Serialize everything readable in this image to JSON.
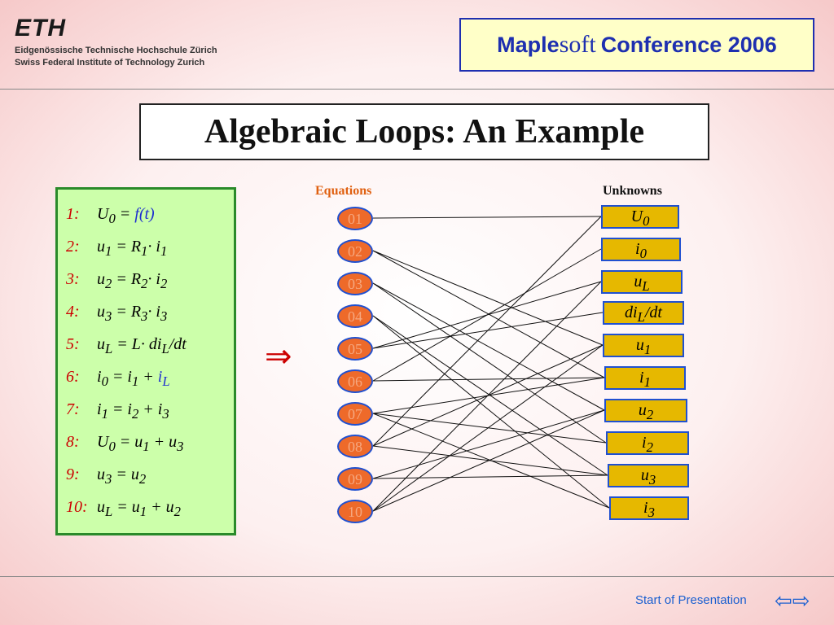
{
  "header": {
    "logo": "ETH",
    "sub1": "Eidgenössische Technische Hochschule Zürich",
    "sub2": "Swiss Federal Institute of Technology Zurich",
    "conf_a": "Maple",
    "conf_b": "soft",
    "conf_c": "Conference 2006"
  },
  "title": "Algebraic Loops: An Example",
  "equations_title": "Equations",
  "unknowns_title": "Unknowns",
  "implies": "⇒",
  "equations": [
    {
      "num": "1:",
      "html": "U<sub>0</sub> = <span class=\"ft\">f(t)</span>"
    },
    {
      "num": "2:",
      "html": "u<sub>1</sub> = R<sub>1</sub>· i<sub>1</sub>"
    },
    {
      "num": "3:",
      "html": "u<sub>2</sub> = R<sub>2</sub>· i<sub>2</sub>"
    },
    {
      "num": "4:",
      "html": "u<sub>3</sub> = R<sub>3</sub>· i<sub>3</sub>"
    },
    {
      "num": "5:",
      "html": "u<sub>L</sub> = L· di<sub>L</sub>/dt"
    },
    {
      "num": "6:",
      "html": "i<sub>0</sub> = i<sub>1</sub> + <span class=\"ft\">i<sub>L</sub></span>"
    },
    {
      "num": "7:",
      "html": "i<sub>1</sub> = i<sub>2</sub> + i<sub>3</sub>"
    },
    {
      "num": "8:",
      "html": "U<sub>0</sub> = u<sub>1</sub> + u<sub>3</sub>"
    },
    {
      "num": "9:",
      "html": "u<sub>3</sub> = u<sub>2</sub>"
    },
    {
      "num": "10:",
      "html": "u<sub>L</sub> = u<sub>1</sub> + u<sub>2</sub>"
    }
  ],
  "eq_nodes": [
    "01",
    "02",
    "03",
    "04",
    "05",
    "06",
    "07",
    "08",
    "09",
    "10"
  ],
  "unknowns": [
    {
      "html": "U<sub>0</sub>"
    },
    {
      "html": "i<sub>0</sub>"
    },
    {
      "html": "u<sub>L</sub>"
    },
    {
      "html": "di<sub>L</sub>/dt"
    },
    {
      "html": "u<sub>1</sub>"
    },
    {
      "html": "i<sub>1</sub>"
    },
    {
      "html": "u<sub>2</sub>"
    },
    {
      "html": "i<sub>2</sub>"
    },
    {
      "html": "u<sub>3</sub>"
    },
    {
      "html": "i<sub>3</sub>"
    }
  ],
  "edges": [
    [
      1,
      1
    ],
    [
      2,
      5
    ],
    [
      2,
      6
    ],
    [
      3,
      7
    ],
    [
      3,
      8
    ],
    [
      4,
      9
    ],
    [
      4,
      10
    ],
    [
      5,
      3
    ],
    [
      5,
      4
    ],
    [
      6,
      2
    ],
    [
      6,
      6
    ],
    [
      7,
      6
    ],
    [
      7,
      8
    ],
    [
      7,
      10
    ],
    [
      8,
      1
    ],
    [
      8,
      5
    ],
    [
      8,
      9
    ],
    [
      9,
      7
    ],
    [
      9,
      9
    ],
    [
      10,
      3
    ],
    [
      10,
      5
    ],
    [
      10,
      7
    ]
  ],
  "nav": {
    "label": "Start of Presentation",
    "back": "⇦",
    "forward": "⇨"
  }
}
